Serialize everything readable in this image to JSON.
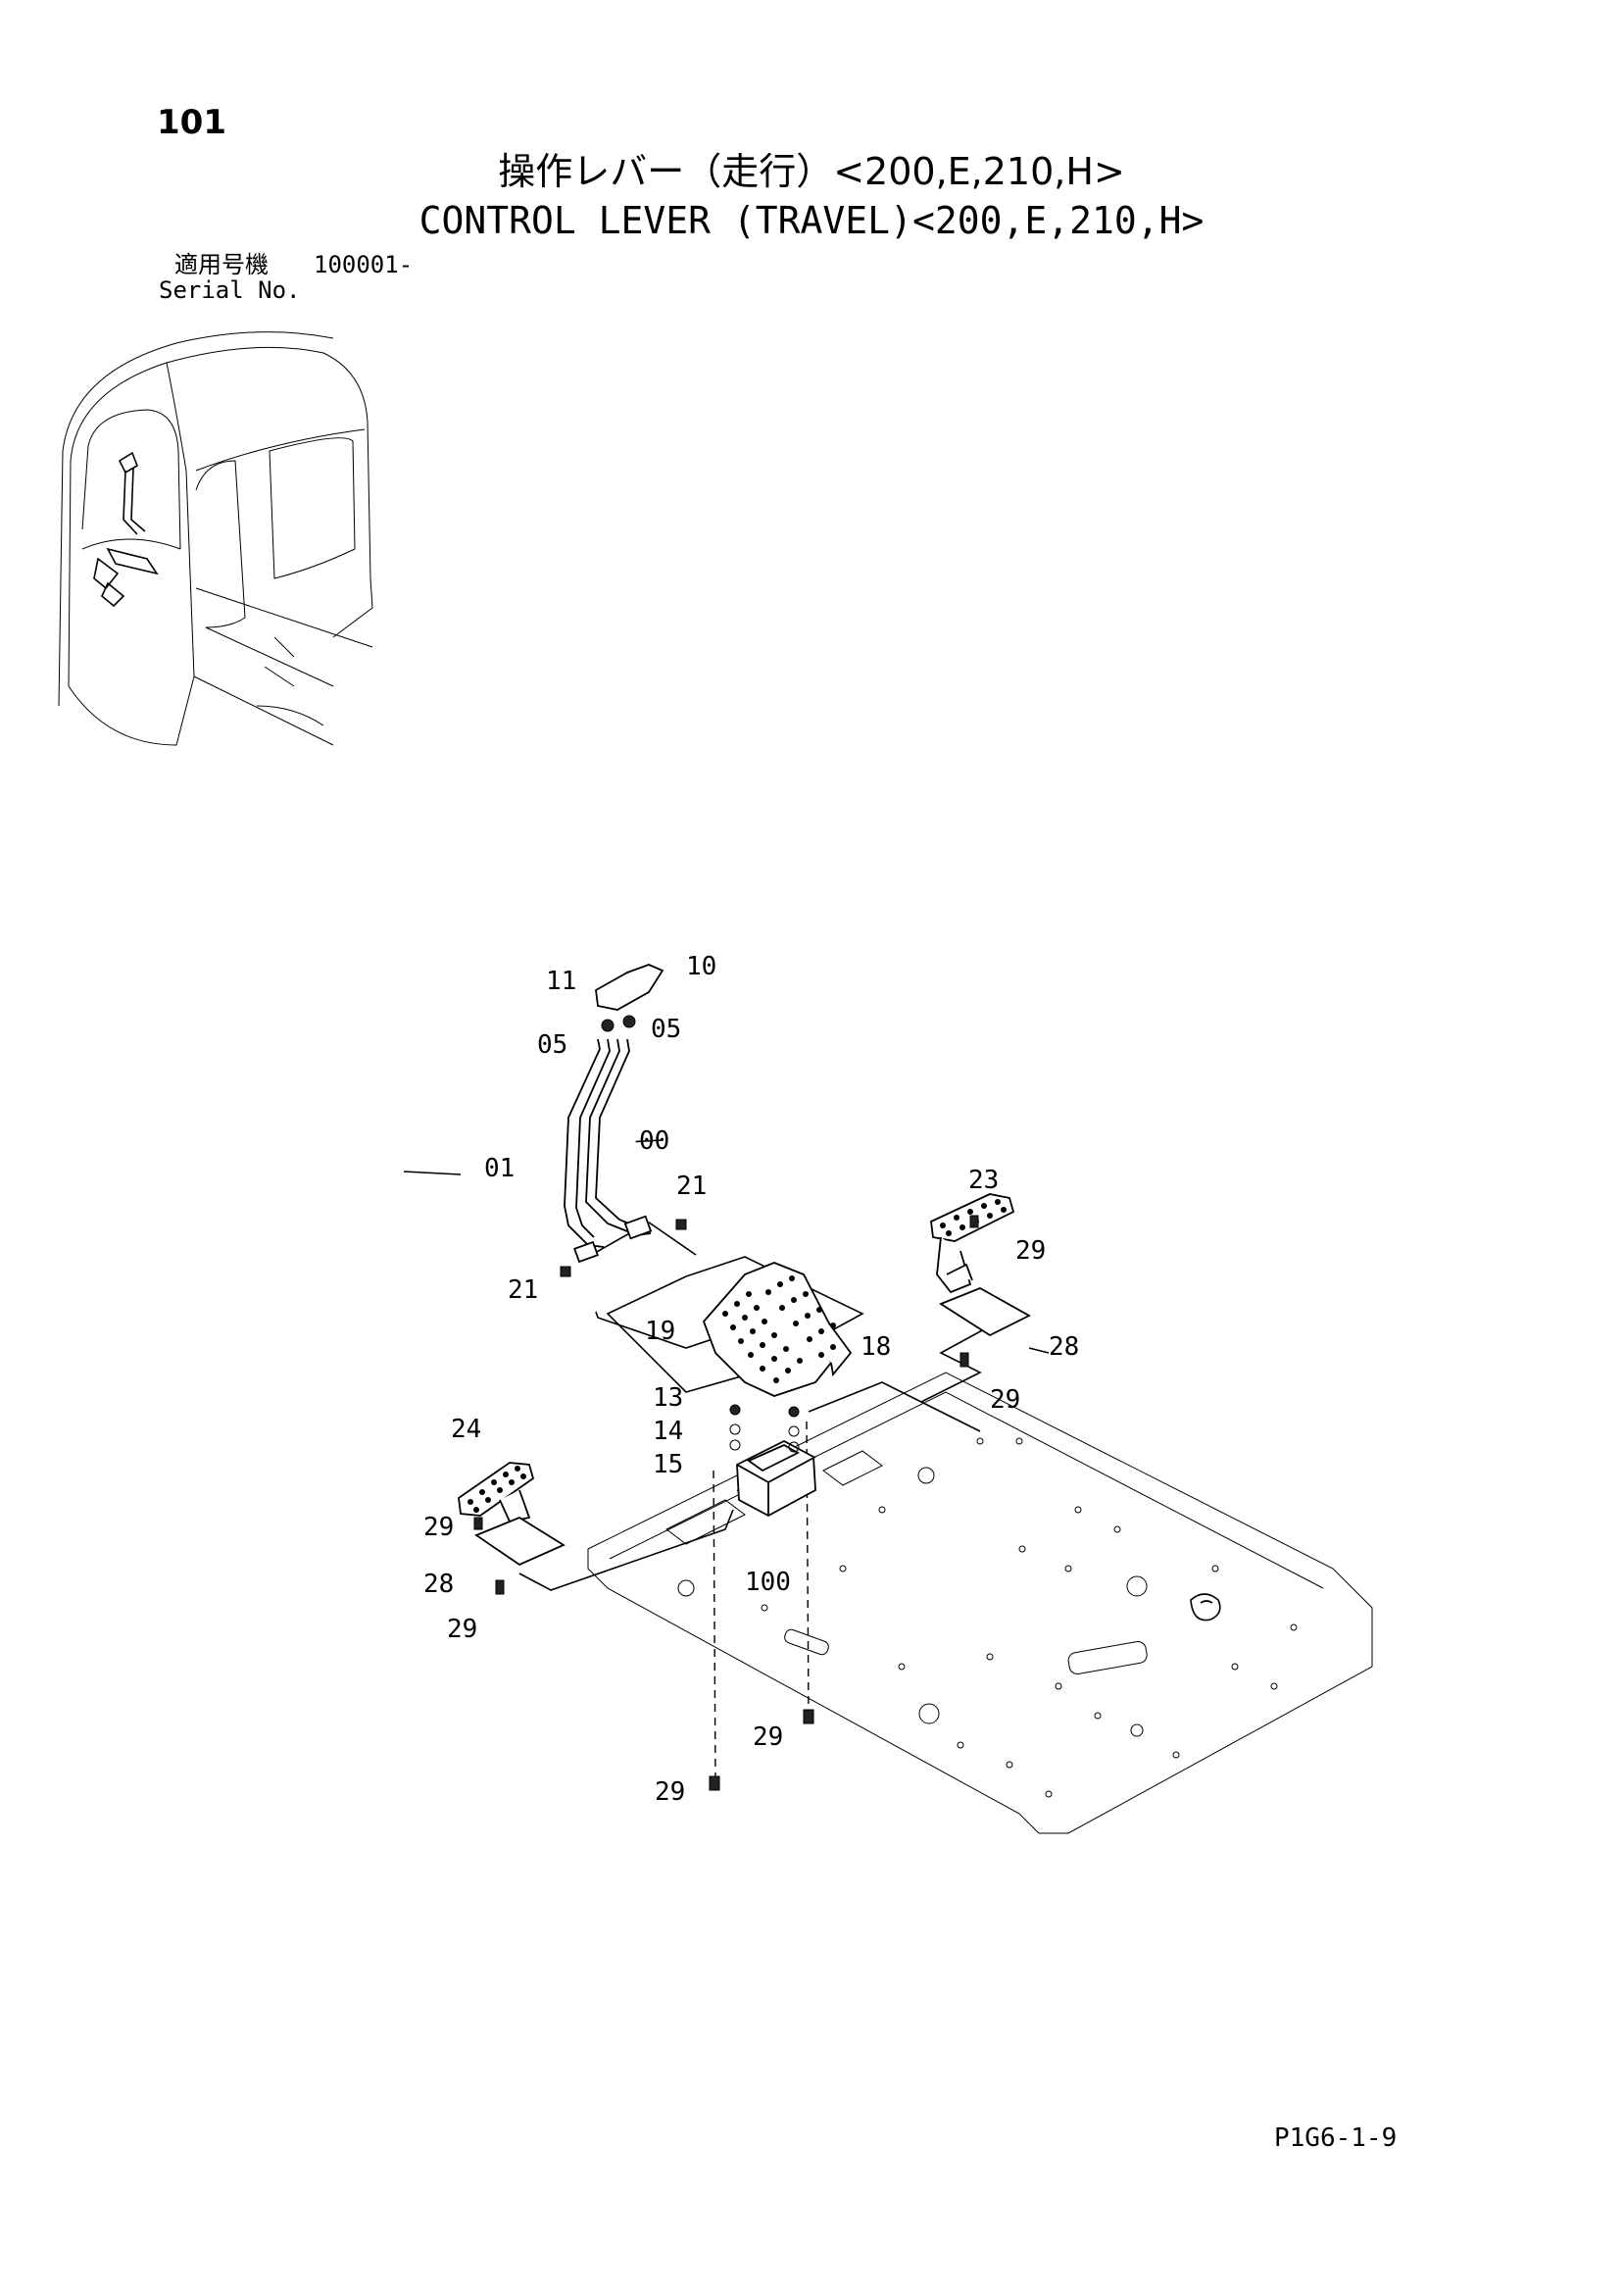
{
  "page_number": "101",
  "title_jp": "操作レバー（走行）<200,E,210,H>",
  "title_en": "CONTROL LEVER (TRAVEL)<200,E,210,H>",
  "serial": {
    "label_jp": "適用号機",
    "value": "100001-",
    "label_en": "Serial No."
  },
  "callouts": [
    "11",
    "10",
    "05",
    "05",
    "01",
    "00",
    "21",
    "21",
    "23",
    "29",
    "19",
    "18",
    "28",
    "29",
    "13",
    "14",
    "15",
    "24",
    "29",
    "28",
    "100",
    "29",
    "29",
    "29"
  ],
  "footer_code": "P1G6-1-9"
}
